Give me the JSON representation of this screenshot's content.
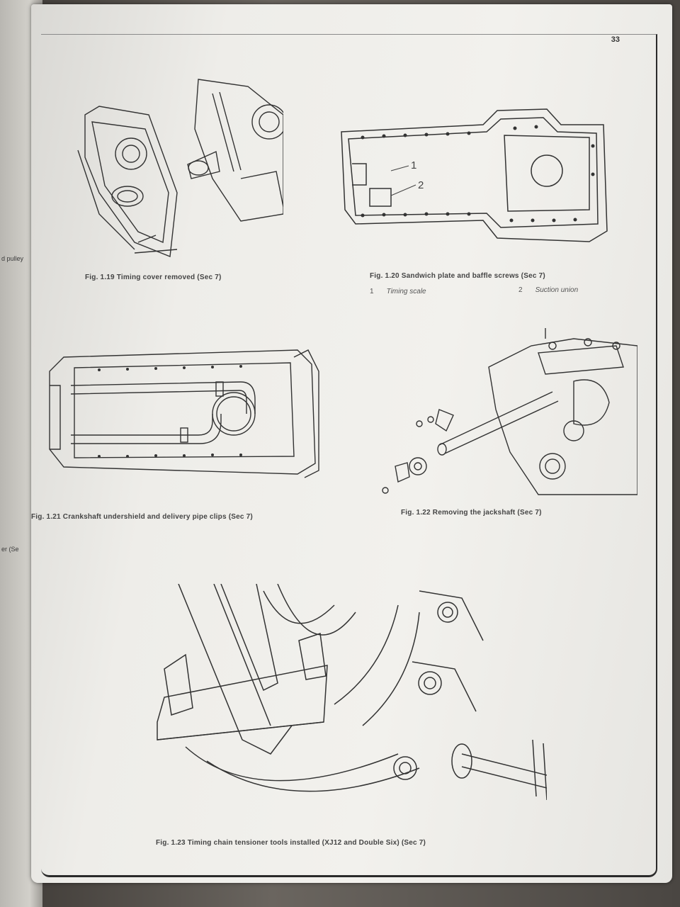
{
  "page": {
    "number": "33"
  },
  "left_page": {
    "fragments": [
      "d pulley",
      "er (Se"
    ]
  },
  "figures": [
    {
      "id": "fig-1-19",
      "caption": "Fig. 1.19 Timing cover removed (Sec 7)"
    },
    {
      "id": "fig-1-20",
      "caption": "Fig. 1.20 Sandwich plate and baffle screws (Sec 7)",
      "callouts": [
        "1",
        "2"
      ],
      "legend": [
        {
          "num": "1",
          "text": "Timing scale"
        },
        {
          "num": "2",
          "text": "Suction union"
        }
      ]
    },
    {
      "id": "fig-1-21",
      "caption": "Fig. 1.21 Crankshaft undershield and delivery pipe clips (Sec 7)"
    },
    {
      "id": "fig-1-22",
      "caption": "Fig. 1.22 Removing the jackshaft (Sec 7)"
    },
    {
      "id": "fig-1-23",
      "caption": "Fig. 1.23 Timing chain tensioner tools installed (XJ12 and Double Six) (Sec 7)"
    }
  ]
}
